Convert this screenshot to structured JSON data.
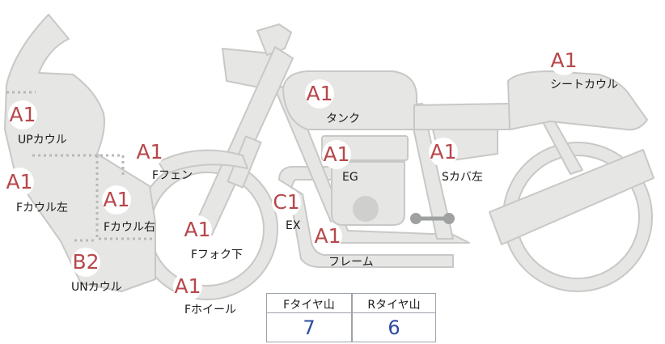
{
  "diagram": {
    "parts": [
      {
        "id": "up-cowl",
        "label": "UPカウル",
        "grade": "A1"
      },
      {
        "id": "f-cowl-left",
        "label": "Fカウル左",
        "grade": "A1"
      },
      {
        "id": "f-cowl-right",
        "label": "Fカウル右",
        "grade": "A1"
      },
      {
        "id": "un-cowl",
        "label": "UNカウル",
        "grade": "B2"
      },
      {
        "id": "f-fender",
        "label": "Fフェン",
        "grade": "A1"
      },
      {
        "id": "f-fork-lower",
        "label": "Fフォク下",
        "grade": "A1"
      },
      {
        "id": "f-wheel",
        "label": "Fホイール",
        "grade": "A1"
      },
      {
        "id": "tank",
        "label": "タンク",
        "grade": "A1"
      },
      {
        "id": "engine",
        "label": "EG",
        "grade": "A1"
      },
      {
        "id": "exhaust",
        "label": "EX",
        "grade": "C1"
      },
      {
        "id": "frame",
        "label": "フレーム",
        "grade": "A1"
      },
      {
        "id": "side-cover-left",
        "label": "Sカバ左",
        "grade": "A1"
      },
      {
        "id": "seat-cowl",
        "label": "シートカウル",
        "grade": "A1"
      }
    ]
  },
  "tread": {
    "front_label": "Fタイヤ山",
    "rear_label": "Rタイヤ山",
    "front_value": "7",
    "rear_value": "6"
  },
  "colors": {
    "body_fill": "#e6e6e4",
    "body_stroke": "#c8c8c6",
    "grade_text": "#b7474a",
    "tread_value_text": "#2c4aa1",
    "dotted_line": "#b8b8b6"
  }
}
